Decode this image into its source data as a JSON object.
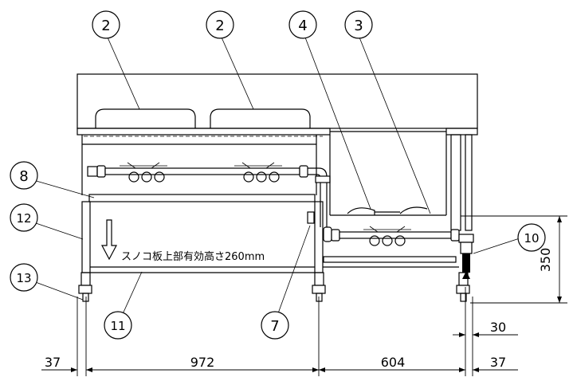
{
  "callouts": {
    "c2a": "2",
    "c2b": "2",
    "c4": "4",
    "c3": "3",
    "c8": "8",
    "c12": "12",
    "c10": "10",
    "c13": "13",
    "c11": "11",
    "c7": "7"
  },
  "annotation": {
    "shelf_note": "スノコ板上部有効高さ260mm"
  },
  "dimensions": {
    "d37_left": "37",
    "d972": "972",
    "d604": "604",
    "d37_right": "37",
    "d30": "30",
    "d350": "350"
  }
}
